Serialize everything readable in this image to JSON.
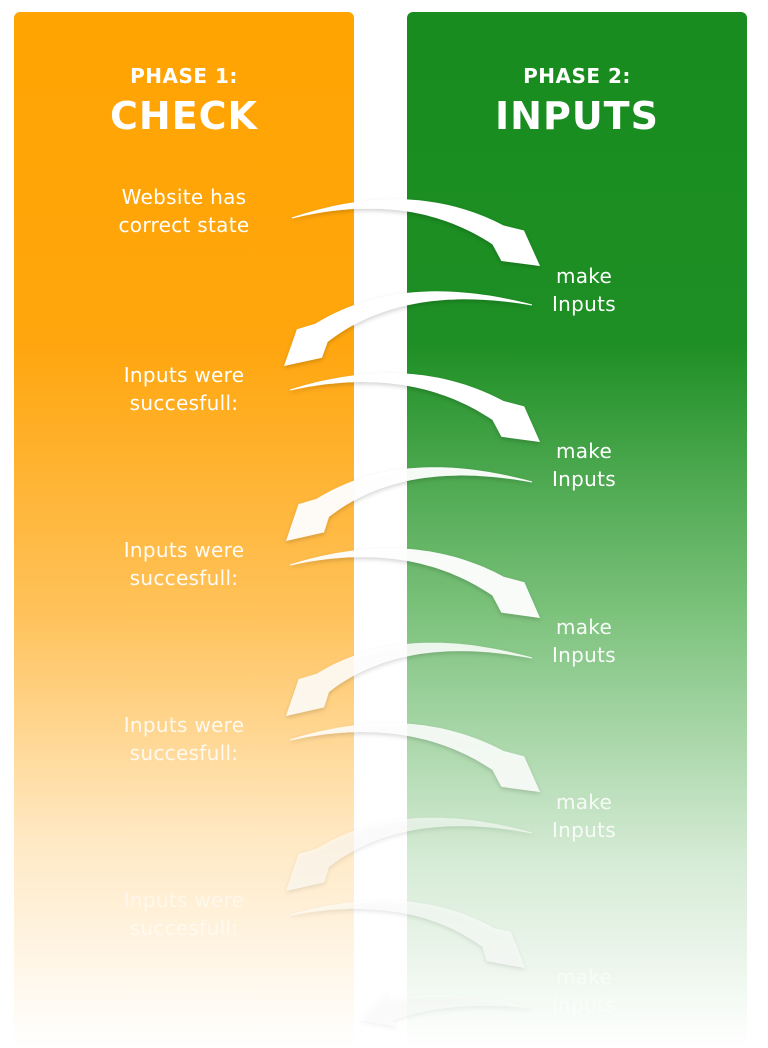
{
  "phase1": {
    "sub": "PHASE 1:",
    "title": "CHECK",
    "color": "#ffa400"
  },
  "phase2": {
    "sub": "PHASE 2:",
    "title": "INPUTS",
    "color": "#188c1e"
  },
  "check_steps": [
    "Website has\ncorrect state",
    "Inputs were\nsuccesfull:",
    "Inputs were\nsuccesfull:",
    "Inputs were\nsuccesfull:",
    "Inputs were\nsuccesfull:"
  ],
  "input_steps": [
    "make\nInputs",
    "make\nInputs",
    "make\nInputs",
    "make\nInputs",
    "make\nInputs"
  ],
  "arrow_color": "#ffffff"
}
